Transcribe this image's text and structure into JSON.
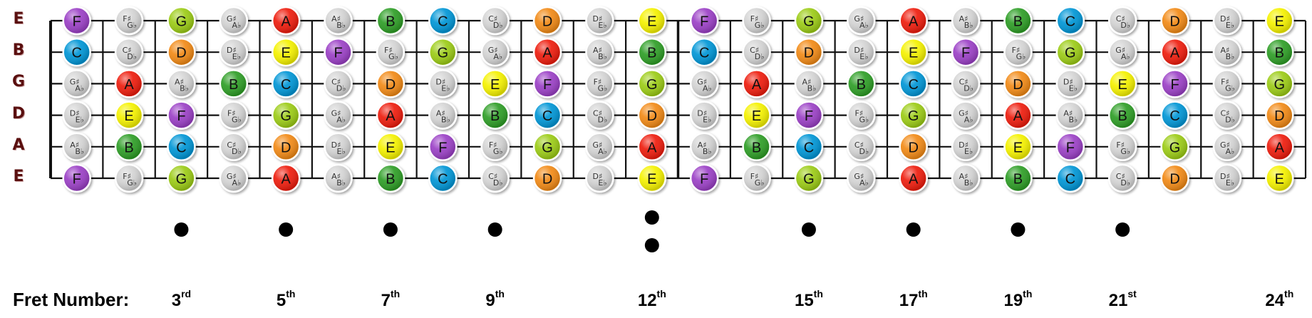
{
  "strings": [
    {
      "label": "E",
      "notes": [
        "F",
        "F♯G♭",
        "G",
        "G♯A♭",
        "A",
        "A♯B♭",
        "B",
        "C",
        "C♯D♭",
        "D",
        "D♯E♭",
        "E",
        "F",
        "F♯G♭",
        "G",
        "G♯A♭",
        "A",
        "A♯B♭",
        "B",
        "C",
        "C♯D♭",
        "D",
        "D♯E♭",
        "E"
      ]
    },
    {
      "label": "B",
      "notes": [
        "C",
        "C♯D♭",
        "D",
        "D♯E♭",
        "E",
        "F",
        "F♯G♭",
        "G",
        "G♯A♭",
        "A",
        "A♯B♭",
        "B",
        "C",
        "C♯D♭",
        "D",
        "D♯E♭",
        "E",
        "F",
        "F♯G♭",
        "G",
        "G♯A♭",
        "A",
        "A♯B♭",
        "B"
      ]
    },
    {
      "label": "G",
      "notes": [
        "G♯A♭",
        "A",
        "A♯B♭",
        "B",
        "C",
        "C♯D♭",
        "D",
        "D♯E♭",
        "E",
        "F",
        "F♯G♭",
        "G",
        "G♯A♭",
        "A",
        "A♯B♭",
        "B",
        "C",
        "C♯D♭",
        "D",
        "D♯E♭",
        "E",
        "F",
        "F♯G♭",
        "G"
      ]
    },
    {
      "label": "D",
      "notes": [
        "D♯E♭",
        "E",
        "F",
        "F♯G♭",
        "G",
        "G♯A♭",
        "A",
        "A♯B♭",
        "B",
        "C",
        "C♯D♭",
        "D",
        "D♯E♭",
        "E",
        "F",
        "F♯G♭",
        "G",
        "G♯A♭",
        "A",
        "A♯B♭",
        "B",
        "C",
        "C♯D♭",
        "D"
      ]
    },
    {
      "label": "A",
      "notes": [
        "A♯B♭",
        "B",
        "C",
        "C♯D♭",
        "D",
        "D♯E♭",
        "E",
        "F",
        "F♯G♭",
        "G",
        "G♯A♭",
        "A",
        "A♯B♭",
        "B",
        "C",
        "C♯D♭",
        "D",
        "D♯E♭",
        "E",
        "F",
        "F♯G♭",
        "G",
        "G♯A♭",
        "A"
      ]
    },
    {
      "label": "E",
      "notes": [
        "F",
        "F♯G♭",
        "G",
        "G♯A♭",
        "A",
        "A♯B♭",
        "B",
        "C",
        "C♯D♭",
        "D",
        "D♯E♭",
        "E",
        "F",
        "F♯G♭",
        "G",
        "G♯A♭",
        "A",
        "A♯B♭",
        "B",
        "C",
        "C♯D♭",
        "D",
        "D♯E♭",
        "E"
      ]
    }
  ],
  "inlay_frets": [
    3,
    5,
    7,
    9,
    15,
    17,
    19,
    21
  ],
  "double_inlay_frets": [
    12
  ],
  "fret_number_title": "Fret Number:",
  "fret_numbers": [
    {
      "fret": 3,
      "num": "3",
      "suffix": "rd"
    },
    {
      "fret": 5,
      "num": "5",
      "suffix": "th"
    },
    {
      "fret": 7,
      "num": "7",
      "suffix": "th"
    },
    {
      "fret": 9,
      "num": "9",
      "suffix": "th"
    },
    {
      "fret": 12,
      "num": "12",
      "suffix": "th"
    },
    {
      "fret": 15,
      "num": "15",
      "suffix": "th"
    },
    {
      "fret": 17,
      "num": "17",
      "suffix": "th"
    },
    {
      "fret": 19,
      "num": "19",
      "suffix": "th"
    },
    {
      "fret": 21,
      "num": "21",
      "suffix": "st"
    },
    {
      "fret": 24,
      "num": "24",
      "suffix": "th"
    }
  ],
  "note_colors": {
    "C": "#0096d6",
    "D": "#f28a12",
    "E": "#f5f200",
    "F": "#9b3fc6",
    "G": "#9ccc14",
    "A": "#ee1c0c",
    "B": "#2f9e28",
    "sharp": "#d4d4d4"
  }
}
